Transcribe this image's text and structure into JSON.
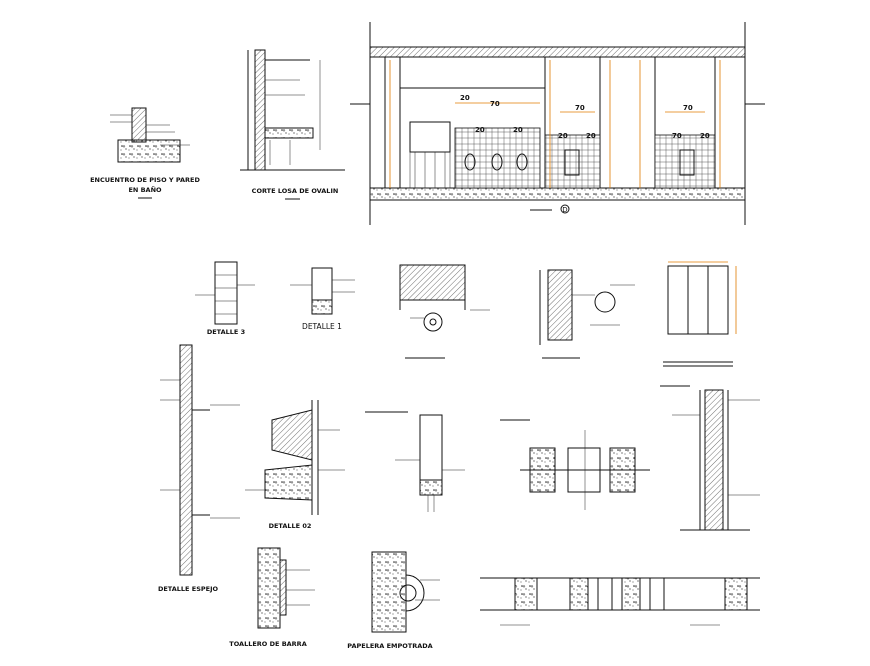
{
  "labels": {
    "floor_wall_junction": "ENCUENTRO DE PISO Y PARED",
    "floor_wall_junction_2": "EN BAÑO",
    "basin_slab_section": "CORTE LOSA DE OVALIN",
    "detail_1": "DETALLE 1",
    "detail_3": "DETALLE 3",
    "detail_02": "DETALLE 02",
    "mirror_detail": "DETALLE ESPEJO",
    "recessed_paper_holder": "PAPELERA EMPOTRADA",
    "towel_rail": "TOALLERO DE BARRA"
  },
  "elevation": {
    "marker": "D",
    "dims": [
      "20",
      "70",
      "20",
      "20",
      "70",
      "20",
      "20",
      "70",
      "70",
      "20"
    ]
  },
  "colors": {
    "ink": "#111111",
    "dimension": "#e07b00",
    "background": "#ffffff"
  }
}
